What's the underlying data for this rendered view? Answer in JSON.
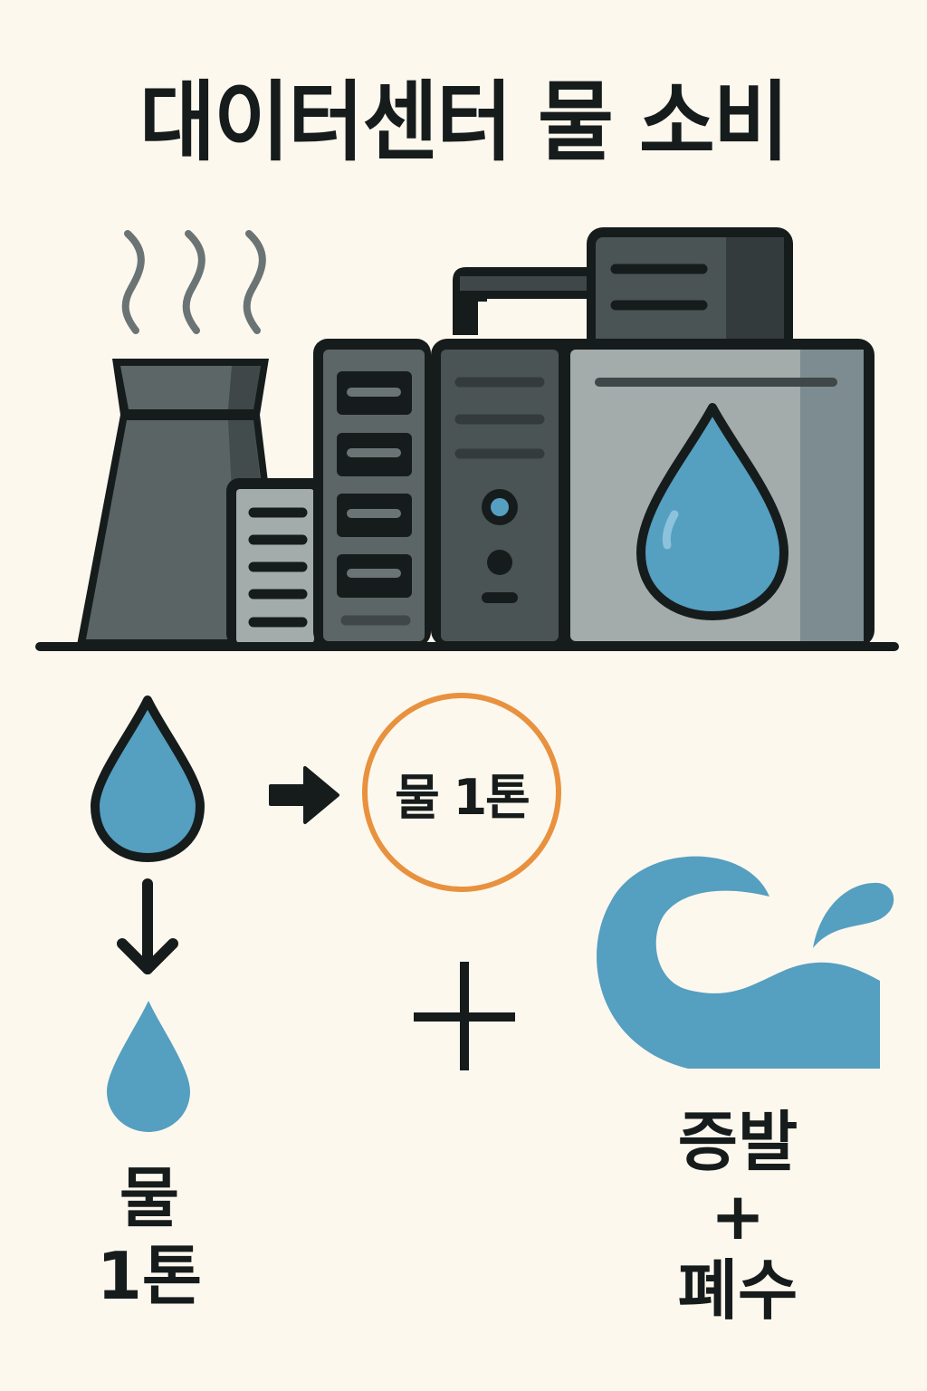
{
  "title": "대이터센터 물 소비",
  "illustration": {
    "scene": "data-center-with-cooling-tower",
    "steam_lines": 3,
    "tank_icon": "water-drop-icon"
  },
  "flow": {
    "input_icon": "water-drop-icon",
    "arrow_right": "arrow-right-icon",
    "circle_label": "물 1톤",
    "arrow_down": "arrow-down-icon",
    "output_drop_icon": "water-drop-icon",
    "output_label_line1": "물",
    "output_label_line2": "1톤",
    "plus": "+",
    "wave_icon": "wave-icon",
    "wave_label_line1": "증발",
    "wave_label_line2": "+",
    "wave_label_line3": "폐수"
  },
  "colors": {
    "background": "#fdf8ee",
    "ink": "#161c1c",
    "water": "#559fc1",
    "accent_orange": "#e8913e",
    "dark_gray": "#4a5455",
    "mid_gray": "#5c6667",
    "light_gray": "#a3abab"
  }
}
